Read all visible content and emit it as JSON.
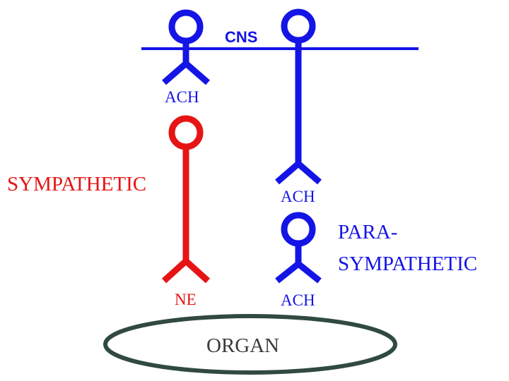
{
  "colors": {
    "cns": "#1414e6",
    "sympathetic": "#e61414",
    "organ_outline": "#304a40",
    "label_dark": "#3a3a3a"
  },
  "labels": {
    "cns": "CNS",
    "ach_top": "ACH",
    "sympathetic": "SYMPATHETIC",
    "ach_mid": "ACH",
    "para_line1": "PARA-",
    "para_line2": "SYMPATHETIC",
    "ne": "NE",
    "ach_bottom": "ACH",
    "organ": "ORGAN"
  },
  "neurons": [
    {
      "id": "cns-neuron-left",
      "color_key": "cns"
    },
    {
      "id": "cns-neuron-right",
      "color_key": "cns"
    },
    {
      "id": "sympathetic-neuron",
      "color_key": "sympathetic"
    },
    {
      "id": "parasympathetic-neuron",
      "color_key": "cns"
    }
  ]
}
